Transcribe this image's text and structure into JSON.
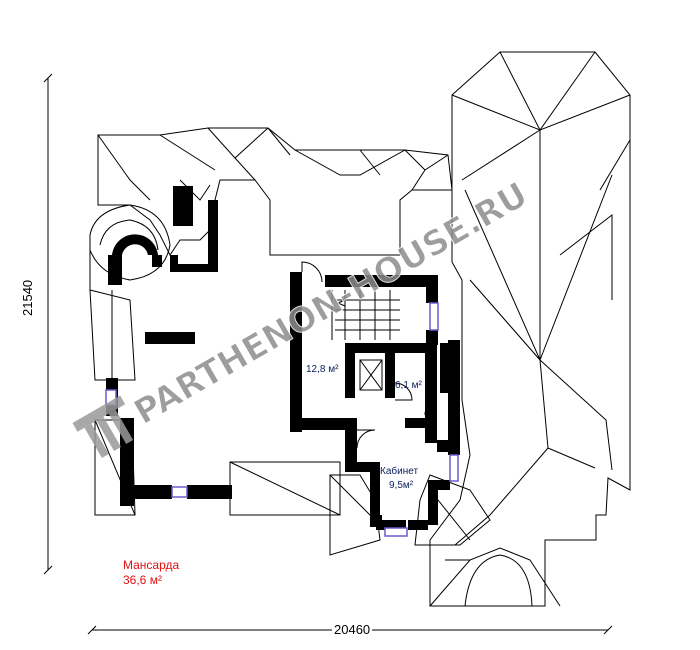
{
  "drawing": {
    "dimensions": {
      "width": "20460",
      "height": "21540"
    },
    "rooms": [
      {
        "area": "12,8 м²"
      },
      {
        "area": "6,1 м²"
      },
      {
        "name": "Кабинет",
        "area": "9,5м²"
      }
    ],
    "floor": {
      "name": "Мансарда",
      "area": "36,6 м²"
    },
    "watermark": "PARTHENON-HOUSE.RU",
    "colors": {
      "wall": "#000000",
      "line": "#000000",
      "window": "#6a5acd",
      "title": "#e01010",
      "room_label": "#0b1f5c",
      "watermark": "#8c8c8c"
    }
  }
}
